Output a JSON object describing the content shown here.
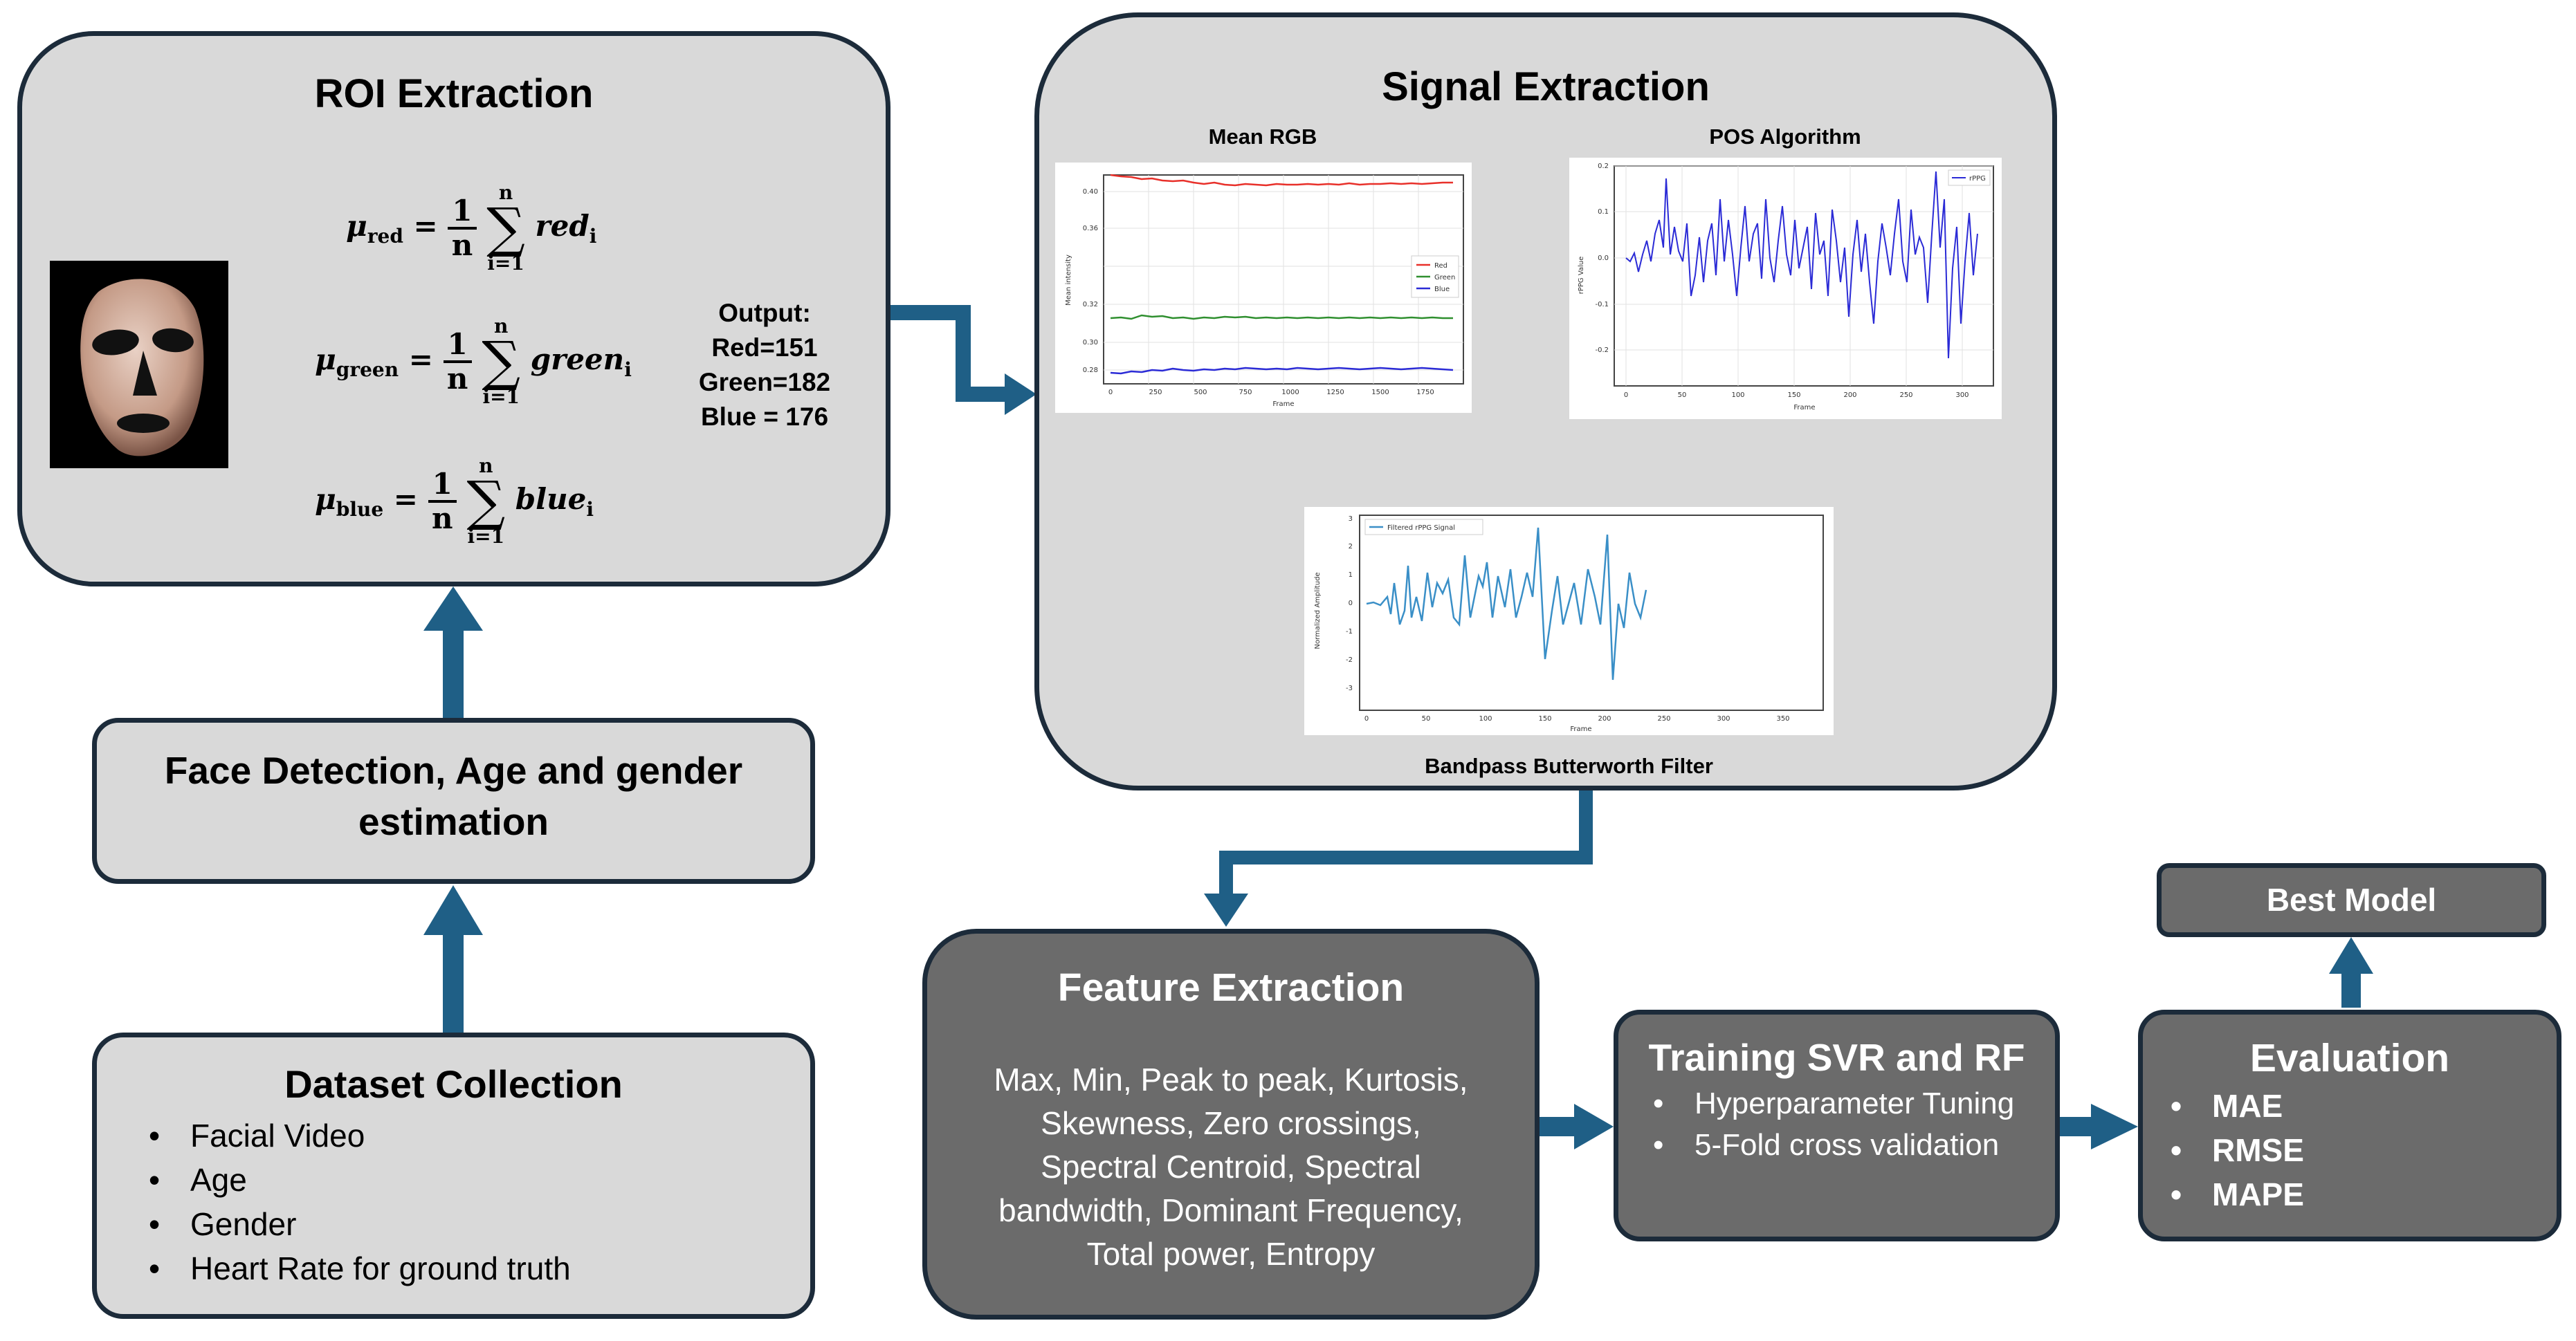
{
  "colors": {
    "light_box": "#d9d9d9",
    "dark_box": "#6b6b6b",
    "border": "#1c2b3a",
    "arrow": "#1f5f86",
    "red": "#e8302a",
    "green": "#2f8f2f",
    "blue": "#2b2bd6",
    "filtered": "#3a8fc7"
  },
  "roi": {
    "title": "ROI Extraction",
    "formulas": {
      "mu": "μ",
      "red_sub": "red",
      "green_sub": "green",
      "blue_sub": "blue",
      "red_term": "red",
      "green_term": "green",
      "blue_term": "blue",
      "idx": "i",
      "eq": "=",
      "one": "1",
      "n": "n",
      "sum": "∑",
      "lower": "i=1",
      "upper": "n"
    },
    "output": {
      "label": "Output:",
      "red": "Red=151",
      "green": "Green=182",
      "blue": "Blue = 176"
    }
  },
  "face_detection": {
    "title_line1": "Face Detection, Age and gender",
    "title_line2": "estimation"
  },
  "dataset": {
    "title": "Dataset Collection",
    "items": [
      "Facial Video",
      "Age",
      "Gender",
      "Heart Rate for ground truth"
    ]
  },
  "signal": {
    "title": "Signal Extraction",
    "mean_rgb": {
      "title": "Mean RGB",
      "xlabel": "Frame",
      "ylabel": "Mean intensity",
      "yticks": [
        "0.40",
        "0.36",
        "0.32",
        "0.30",
        "0.28"
      ],
      "xticks": [
        "0",
        "250",
        "500",
        "750",
        "1000",
        "1250",
        "1500",
        "1750"
      ],
      "legend": [
        "Red",
        "Green",
        "Blue"
      ]
    },
    "pos": {
      "title": "POS Algorithm",
      "xlabel": "Frame",
      "ylabel": "rPPG Value",
      "yticks": [
        "0.2",
        "0.1",
        "0.0",
        "-0.1",
        "-0.2"
      ],
      "xticks": [
        "0",
        "50",
        "100",
        "150",
        "200",
        "250",
        "300"
      ],
      "legend": "rPPG"
    },
    "filter": {
      "title": "Bandpass Butterworth Filter",
      "xlabel": "Frame",
      "ylabel": "Normalized Amplitude",
      "yticks": [
        "3",
        "2",
        "1",
        "0",
        "-1",
        "-2",
        "-3"
      ],
      "xticks": [
        "0",
        "50",
        "100",
        "150",
        "200",
        "250",
        "300",
        "350"
      ],
      "legend": "Filtered rPPG Signal"
    }
  },
  "feature": {
    "title": "Feature Extraction",
    "lines": [
      "Max, Min, Peak to peak, Kurtosis,",
      "Skewness, Zero crossings,",
      "Spectral Centroid, Spectral",
      "bandwidth, Dominant Frequency,",
      "Total power, Entropy"
    ]
  },
  "training": {
    "title": "Training SVR and RF",
    "items": [
      "Hyperparameter Tuning",
      "5-Fold cross validation"
    ]
  },
  "evaluation": {
    "title": "Evaluation",
    "items": [
      "MAE",
      "RMSE",
      "MAPE"
    ]
  },
  "best_model": {
    "title": "Best Model"
  }
}
